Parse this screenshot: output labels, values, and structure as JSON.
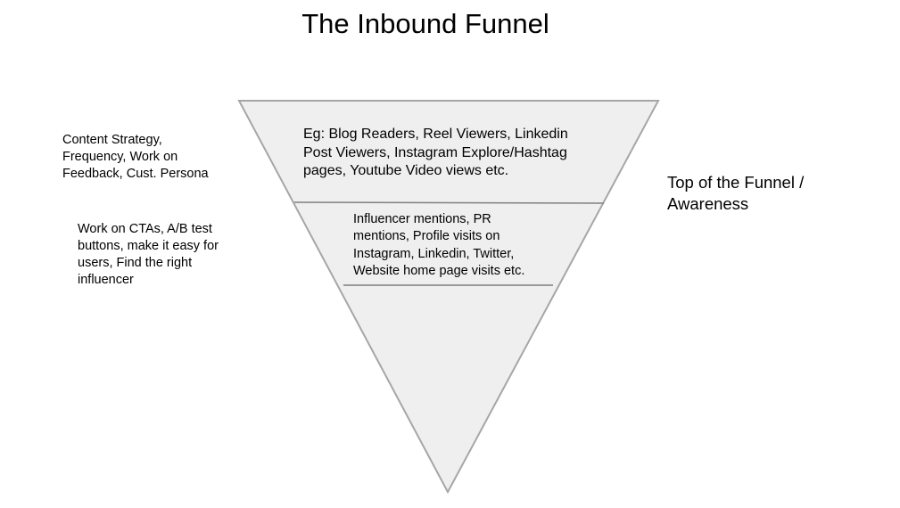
{
  "title": "The Inbound Funnel",
  "left_notes": {
    "strategy": "Content Strategy,\nFrequency, Work on\nFeedback, Cust. Persona",
    "conversion": "Work on CTAs, A/B test\nbuttons, make it easy for\nusers, Find the right\ninfluencer"
  },
  "right_label": "Top of the Funnel /\nAwareness",
  "funnel": {
    "fill_color": "#efefef",
    "stroke_color": "#a6a6a6",
    "stages": [
      {
        "text": "Eg: Blog Readers, Reel Viewers, Linkedin\nPost Viewers, Instagram Explore/Hashtag\npages, Youtube Video views etc."
      },
      {
        "text": "Influencer mentions, PR\nmentions, Profile visits on\nInstagram, Linkedin, Twitter,\nWebsite home page visits etc."
      },
      {
        "text": ""
      }
    ]
  }
}
